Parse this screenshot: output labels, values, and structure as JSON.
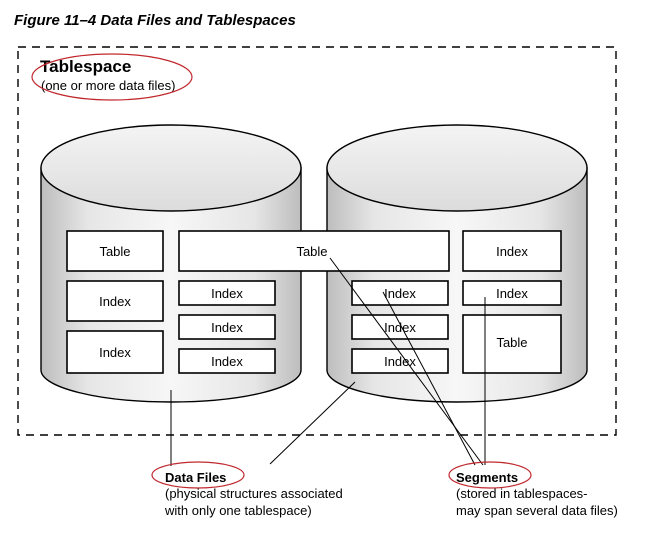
{
  "figure": {
    "caption": "Figure 11–4    Data Files and Tablespaces"
  },
  "tablespace": {
    "title": "Tablespace",
    "subtitle": "(one or more data files)"
  },
  "data_file_1": {
    "segments": [
      "Table",
      "Index",
      "Index",
      "Index",
      "Index",
      "Index"
    ]
  },
  "spanning_segment": {
    "label": "Table"
  },
  "data_file_2": {
    "segments": [
      "Index",
      "Index",
      "Index",
      "Index",
      "Index",
      "Table"
    ]
  },
  "callouts": {
    "data_files": {
      "title": "Data Files",
      "line1": "(physical structures associated",
      "line2": "with only one tablespace)"
    },
    "segments": {
      "title": "Segments",
      "line1": "(stored in tablespaces-",
      "line2": "may span several data files)"
    }
  }
}
